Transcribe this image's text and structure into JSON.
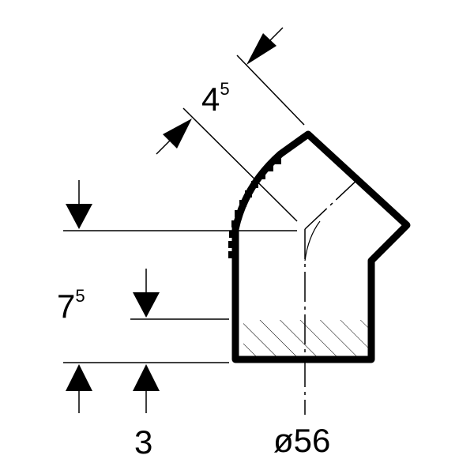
{
  "dimensions": {
    "angle_length": {
      "base": "4",
      "sup": "5"
    },
    "height": {
      "base": "7",
      "sup": "5"
    },
    "bottom_offset": "3",
    "diameter": "ø56"
  },
  "colors": {
    "line": "#000000",
    "background": "#ffffff"
  }
}
